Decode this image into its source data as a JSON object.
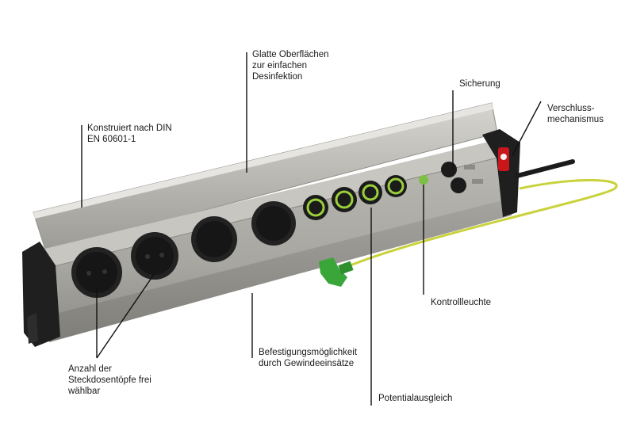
{
  "callouts": {
    "lid": "Glatte Oberflächen\nzur einfachen\nDesinfektion",
    "din": "Konstruiert nach DIN\nEN 60601-1",
    "fuse": "Sicherung",
    "lock": "Verschluss-\nmechanismus",
    "pilot": "Kontrollleuchte",
    "mount": "Befestigungsmöglichkeit\ndurch Gewindeeinsätze",
    "sockets": "Anzahl der\nSteckdosentöpfe frei\nwählbar",
    "equipotential": "Potentialausgleich"
  },
  "colors": {
    "aluminium": "#a9a8a2",
    "dark_cap": "#1e1e1e",
    "green_ring": "#9bcf3c",
    "ground_wire": "#c9d23a",
    "plug_green": "#3aa63a",
    "red_lock": "#c8161b"
  }
}
